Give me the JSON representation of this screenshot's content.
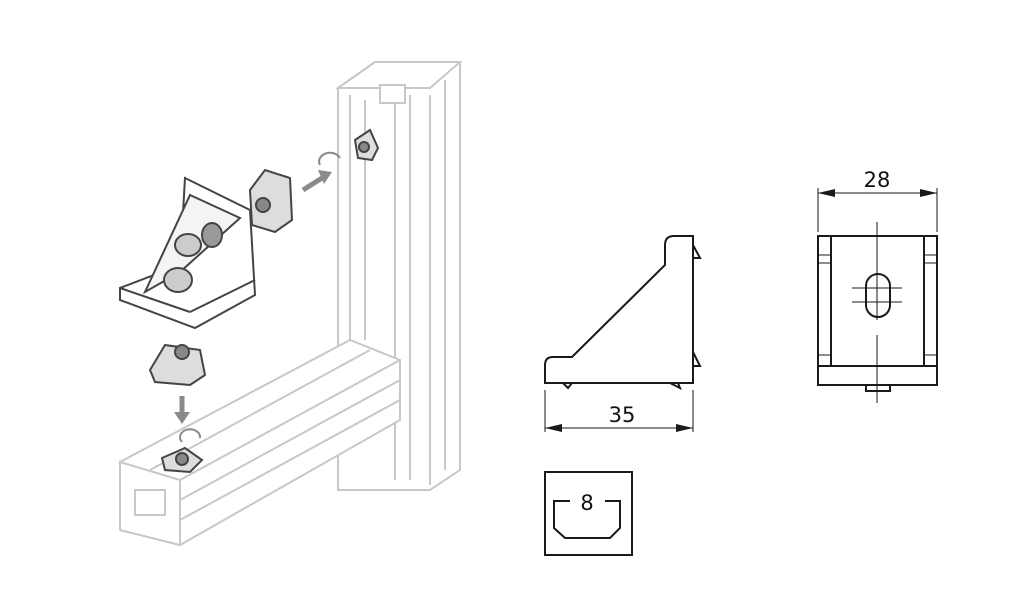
{
  "drawing": {
    "side_view": {
      "dimension_label": "35"
    },
    "front_view": {
      "dimension_label": "28"
    },
    "slot_profile": {
      "slot_size_label": "8"
    }
  },
  "colors": {
    "line": "#1a1a1a",
    "profile": "#c8c8c8",
    "part": "#555555",
    "arrow": "#8a8a8a"
  }
}
